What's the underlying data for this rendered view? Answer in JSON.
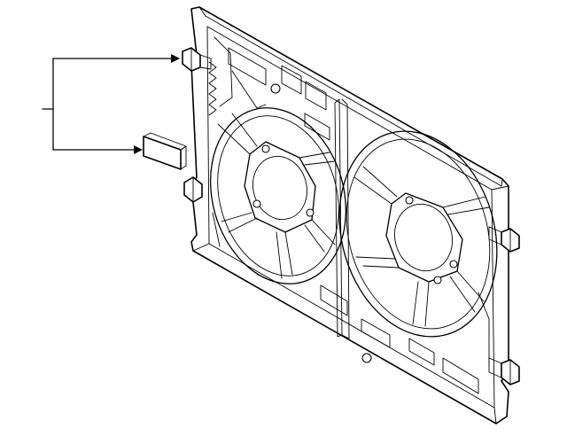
{
  "diagram": {
    "type": "exploded-parts-illustration",
    "parts": [
      {
        "name": "fan-shroud-frame"
      },
      {
        "name": "upper-mounting-clip"
      },
      {
        "name": "foam-seal-pad"
      }
    ],
    "callout": {
      "style": "bracket-with-two-arrows",
      "label": ""
    },
    "colors": {
      "line": "#000000",
      "background": "#ffffff"
    }
  }
}
